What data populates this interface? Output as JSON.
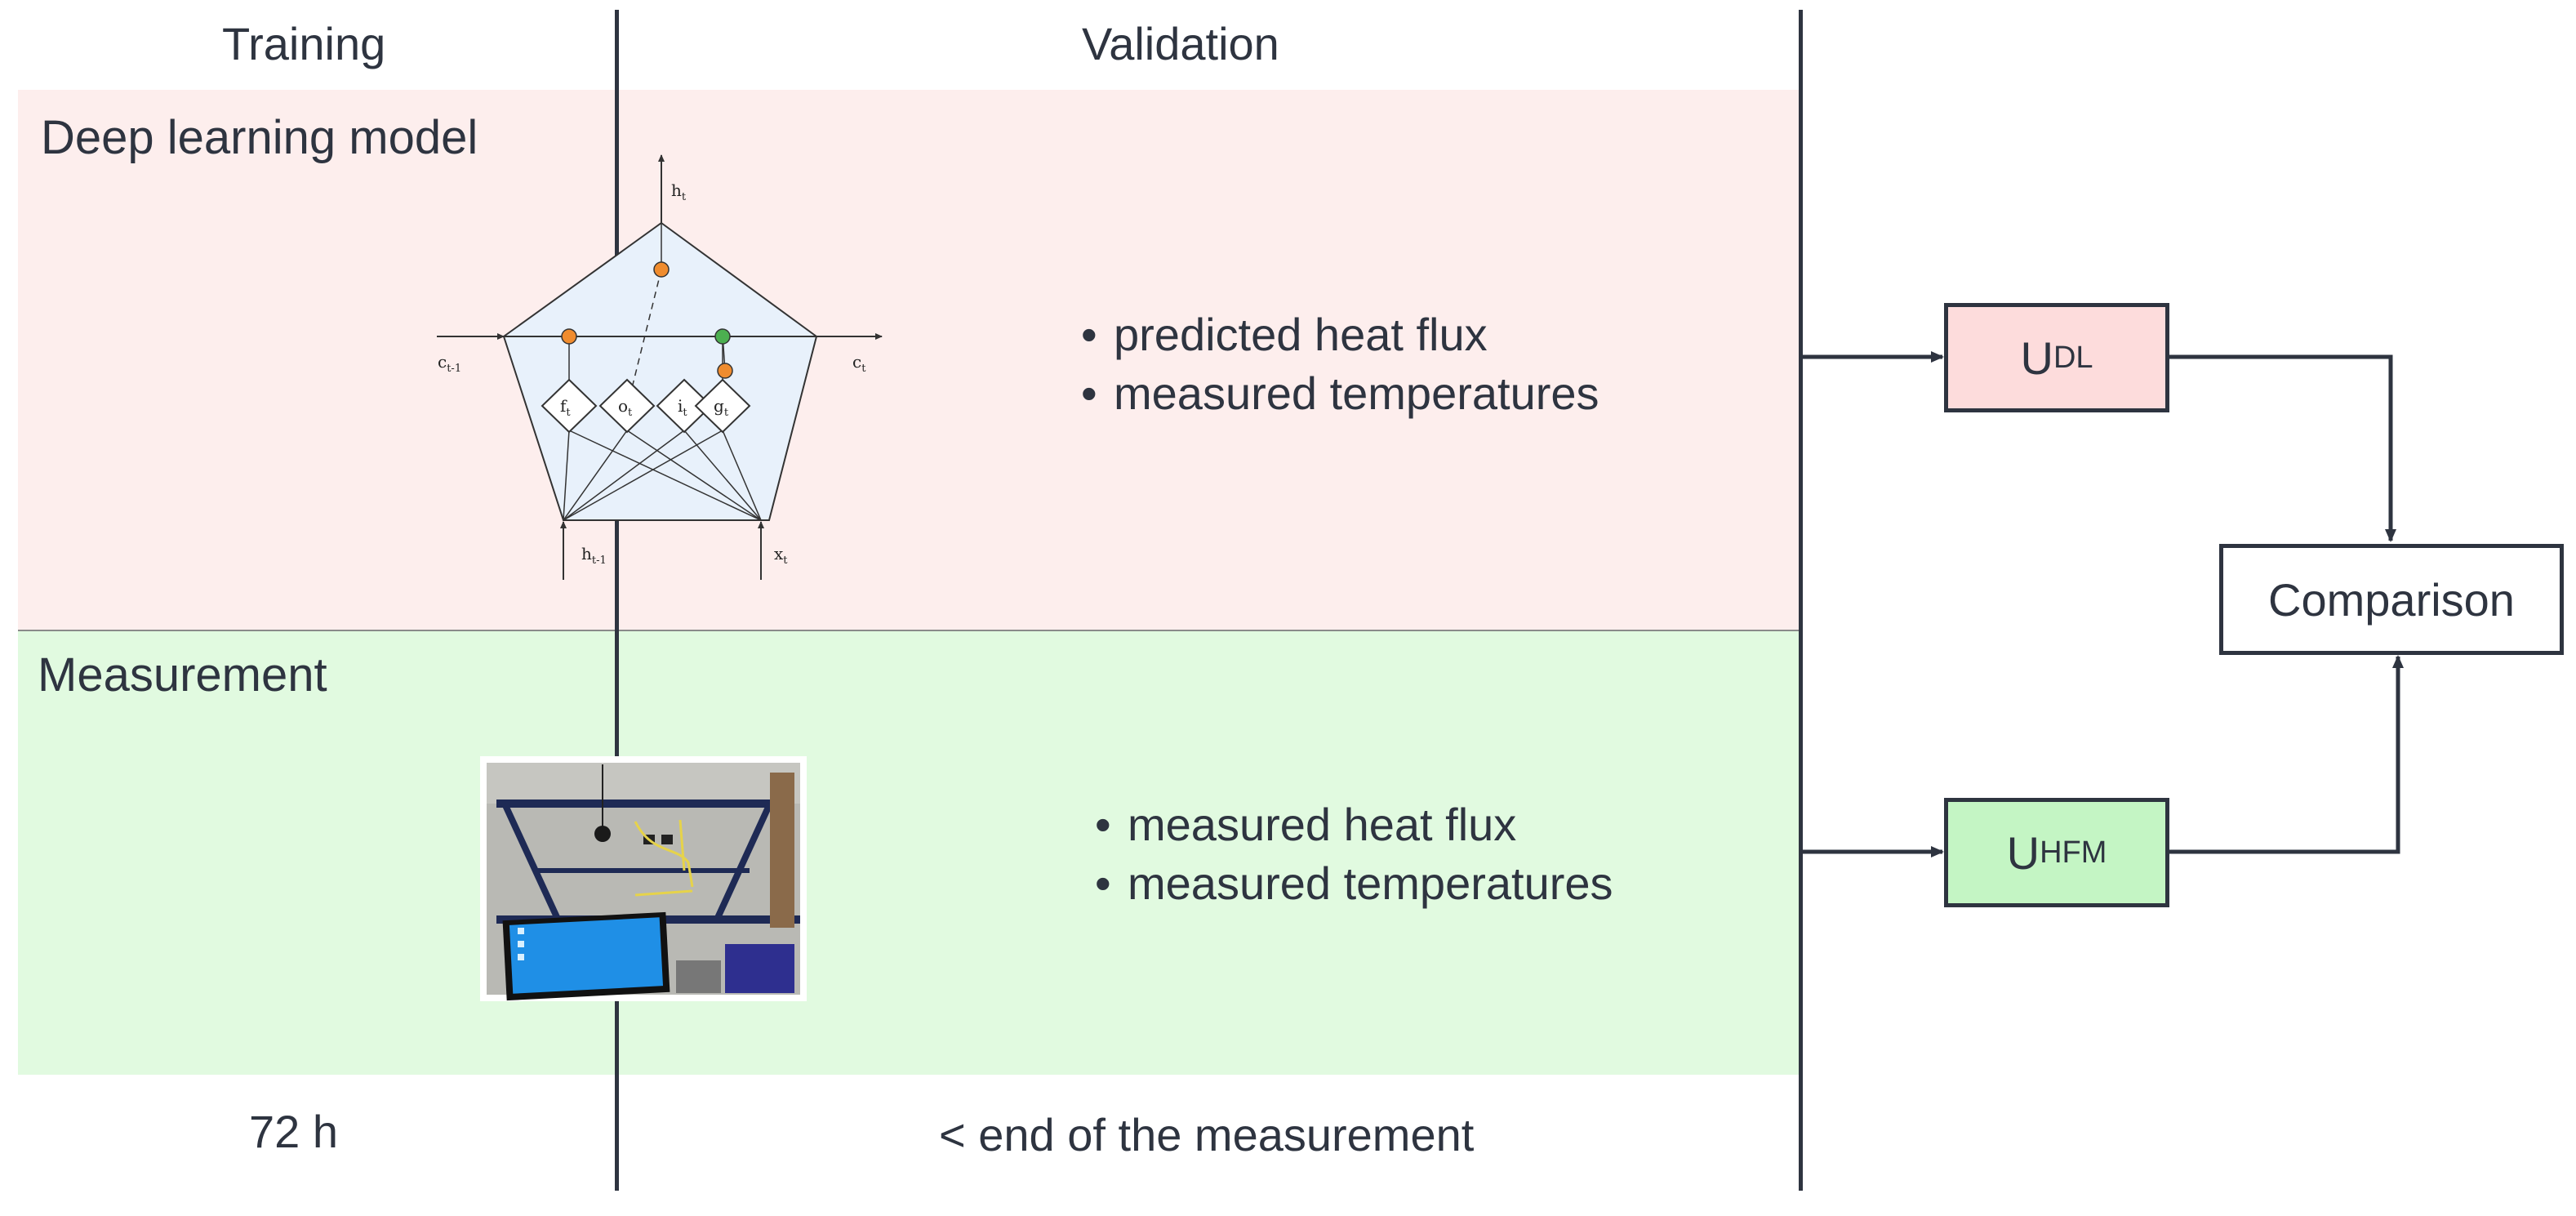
{
  "header": {
    "training": "Training",
    "validation": "Validation"
  },
  "sections": {
    "deep_learning": {
      "label": "Deep learning model",
      "bullets": [
        "predicted heat flux",
        "measured temperatures"
      ],
      "lstm_cell": {
        "inputs": {
          "prev_cell": "c",
          "prev_cell_sub": "t-1",
          "prev_hidden": "h",
          "prev_hidden_sub": "t-1",
          "input": "x",
          "input_sub": "t"
        },
        "outputs": {
          "hidden": "h",
          "hidden_sub": "t",
          "cell": "c",
          "cell_sub": "t"
        },
        "gates": [
          {
            "name": "f",
            "sub": "t"
          },
          {
            "name": "o",
            "sub": "t"
          },
          {
            "name": "i",
            "sub": "t"
          },
          {
            "name": "g",
            "sub": "t"
          }
        ]
      }
    },
    "measurement": {
      "label": "Measurement",
      "bullets": [
        "measured heat flux",
        "measured temperatures"
      ]
    }
  },
  "boxes": {
    "u_dl": {
      "main": "U",
      "sub": "DL",
      "fill": "#fddcdc"
    },
    "u_hfm": {
      "main": "U",
      "sub": "HFM",
      "fill": "#c4f5c4"
    },
    "comparison": {
      "label": "Comparison"
    }
  },
  "footer": {
    "training_duration": "72 h",
    "validation_duration": "< end of the measurement"
  },
  "colors": {
    "red_band": "#fdeeed",
    "green_band": "#e1fae0",
    "line": "#2e3440",
    "node_orange": "#f08c2e",
    "node_green": "#4caf50",
    "cell_fill": "#e8f1fb"
  }
}
